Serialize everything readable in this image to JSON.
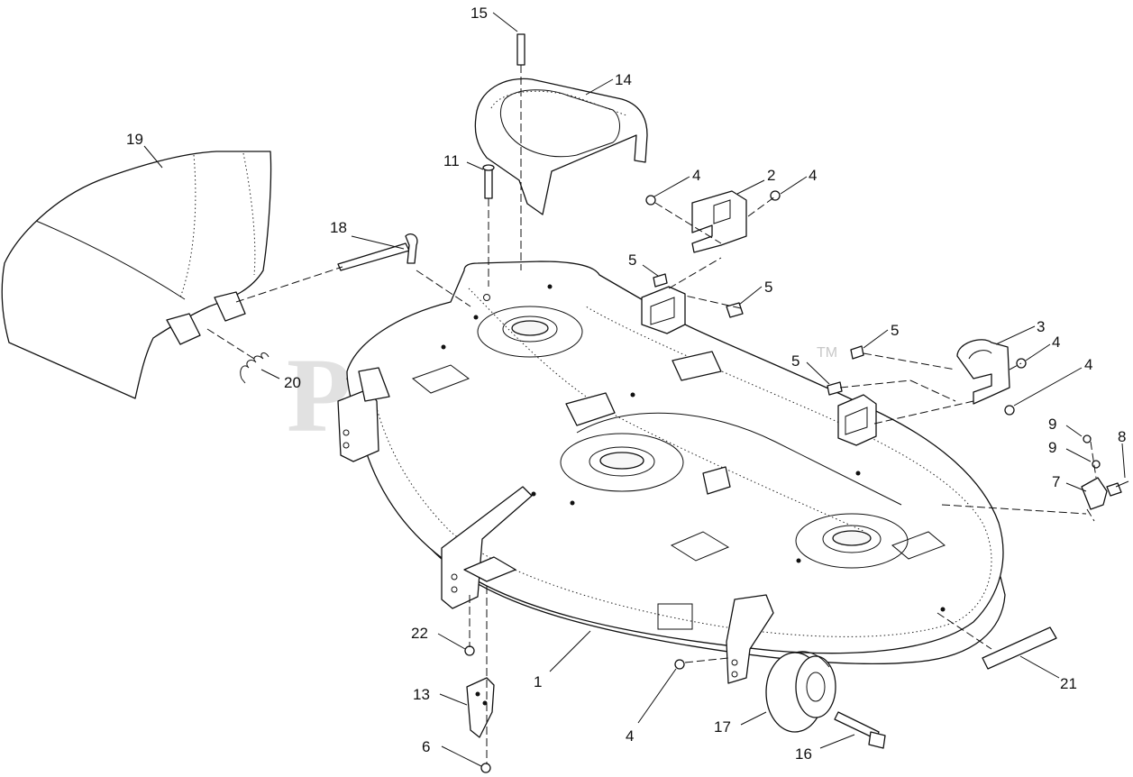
{
  "watermark": {
    "text": "PartsTree",
    "trademark": "TM"
  },
  "callouts": {
    "c1": "1",
    "c2": "2",
    "c3": "3",
    "c4a": "4",
    "c4b": "4",
    "c4c": "4",
    "c4d": "4",
    "c4e": "4",
    "c5a": "5",
    "c5b": "5",
    "c5c": "5",
    "c5d": "5",
    "c6": "6",
    "c7": "7",
    "c8": "8",
    "c9a": "9",
    "c9b": "9",
    "c11": "11",
    "c13": "13",
    "c14": "14",
    "c15": "15",
    "c16": "16",
    "c17": "17",
    "c18": "18",
    "c19": "19",
    "c20": "20",
    "c21": "21",
    "c22": "22"
  }
}
